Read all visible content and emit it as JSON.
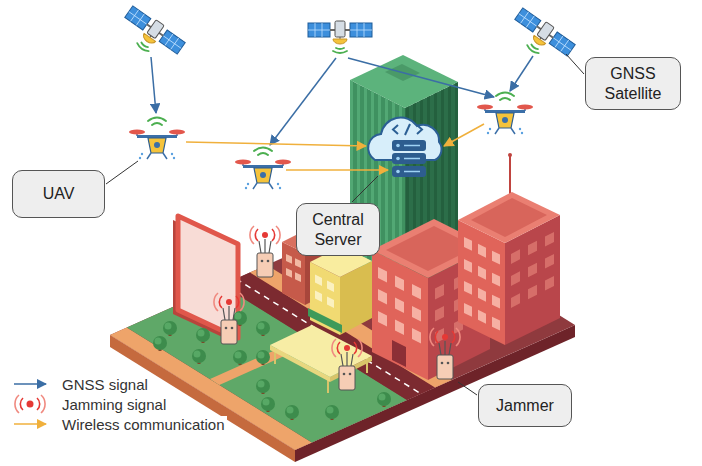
{
  "diagram": {
    "nodes": [
      {
        "text": [
          "GNSS Satellite"
        ]
      },
      {
        "text": [
          "UAV"
        ]
      },
      {
        "text": [
          "Central Server"
        ]
      },
      {
        "text": [
          "Jammer"
        ]
      }
    ],
    "legend": [
      {
        "text": "GNSS signal"
      },
      {
        "text": "Jamming signal"
      },
      {
        "text": "Wireless communication"
      }
    ]
  }
}
